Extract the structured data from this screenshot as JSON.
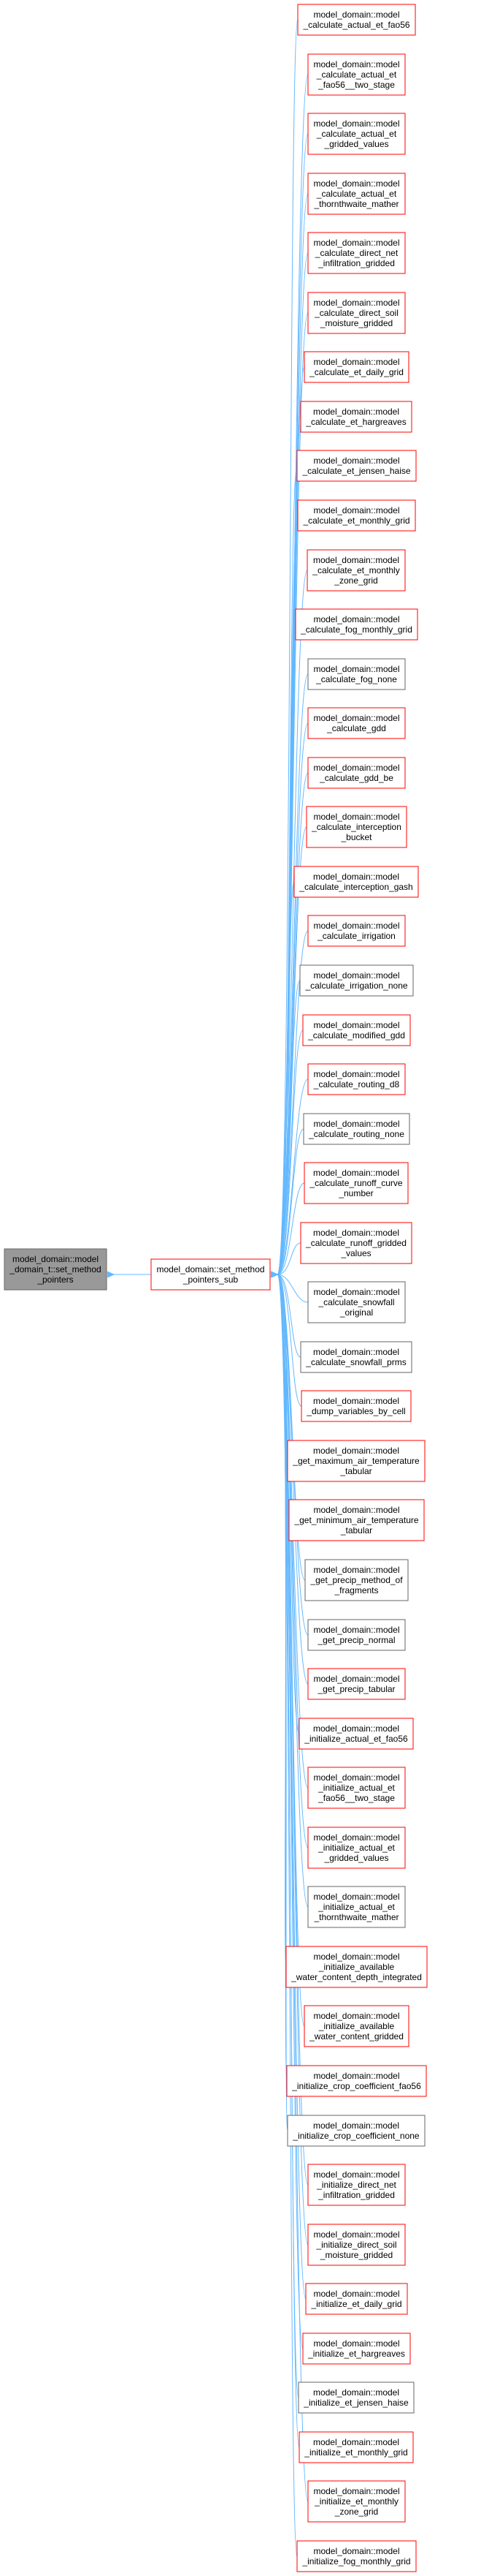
{
  "colors": {
    "edge": "#63b8ff",
    "root_fill": "#999999",
    "root_stroke": "#666666",
    "ref_stroke": "#ff0000",
    "ref_fill": "#fff0f0",
    "plain_stroke": "#666666",
    "plain_fill": "#ffffff"
  },
  "root": {
    "lines": [
      "model_domain::model",
      "_domain_t::set_method",
      "_pointers"
    ]
  },
  "hub": {
    "lines": [
      "model_domain::set_method",
      "_pointers_sub"
    ]
  },
  "targets": [
    {
      "lines": [
        "model_domain::model",
        "_calculate_actual_et_fao56"
      ],
      "style": "ref"
    },
    {
      "lines": [
        "model_domain::model",
        "_calculate_actual_et",
        "_fao56__two_stage"
      ],
      "style": "ref"
    },
    {
      "lines": [
        "model_domain::model",
        "_calculate_actual_et",
        "_gridded_values"
      ],
      "style": "ref"
    },
    {
      "lines": [
        "model_domain::model",
        "_calculate_actual_et",
        "_thornthwaite_mather"
      ],
      "style": "ref"
    },
    {
      "lines": [
        "model_domain::model",
        "_calculate_direct_net",
        "_infiltration_gridded"
      ],
      "style": "ref"
    },
    {
      "lines": [
        "model_domain::model",
        "_calculate_direct_soil",
        "_moisture_gridded"
      ],
      "style": "ref"
    },
    {
      "lines": [
        "model_domain::model",
        "_calculate_et_daily_grid"
      ],
      "style": "ref"
    },
    {
      "lines": [
        "model_domain::model",
        "_calculate_et_hargreaves"
      ],
      "style": "ref"
    },
    {
      "lines": [
        "model_domain::model",
        "_calculate_et_jensen_haise"
      ],
      "style": "ref"
    },
    {
      "lines": [
        "model_domain::model",
        "_calculate_et_monthly_grid"
      ],
      "style": "ref"
    },
    {
      "lines": [
        "model_domain::model",
        "_calculate_et_monthly",
        "_zone_grid"
      ],
      "style": "ref"
    },
    {
      "lines": [
        "model_domain::model",
        "_calculate_fog_monthly_grid"
      ],
      "style": "ref"
    },
    {
      "lines": [
        "model_domain::model",
        "_calculate_fog_none"
      ],
      "style": "plain"
    },
    {
      "lines": [
        "model_domain::model",
        "_calculate_gdd"
      ],
      "style": "ref"
    },
    {
      "lines": [
        "model_domain::model",
        "_calculate_gdd_be"
      ],
      "style": "ref"
    },
    {
      "lines": [
        "model_domain::model",
        "_calculate_interception",
        "_bucket"
      ],
      "style": "ref"
    },
    {
      "lines": [
        "model_domain::model",
        "_calculate_interception_gash"
      ],
      "style": "ref"
    },
    {
      "lines": [
        "model_domain::model",
        "_calculate_irrigation"
      ],
      "style": "ref"
    },
    {
      "lines": [
        "model_domain::model",
        "_calculate_irrigation_none"
      ],
      "style": "plain"
    },
    {
      "lines": [
        "model_domain::model",
        "_calculate_modified_gdd"
      ],
      "style": "ref"
    },
    {
      "lines": [
        "model_domain::model",
        "_calculate_routing_d8"
      ],
      "style": "ref"
    },
    {
      "lines": [
        "model_domain::model",
        "_calculate_routing_none"
      ],
      "style": "plain"
    },
    {
      "lines": [
        "model_domain::model",
        "_calculate_runoff_curve",
        "_number"
      ],
      "style": "ref"
    },
    {
      "lines": [
        "model_domain::model",
        "_calculate_runoff_gridded",
        "_values"
      ],
      "style": "ref"
    },
    {
      "lines": [
        "model_domain::model",
        "_calculate_snowfall",
        "_original"
      ],
      "style": "plain"
    },
    {
      "lines": [
        "model_domain::model",
        "_calculate_snowfall_prms"
      ],
      "style": "plain"
    },
    {
      "lines": [
        "model_domain::model",
        "_dump_variables_by_cell"
      ],
      "style": "ref"
    },
    {
      "lines": [
        "model_domain::model",
        "_get_maximum_air_temperature",
        "_tabular"
      ],
      "style": "ref"
    },
    {
      "lines": [
        "model_domain::model",
        "_get_minimum_air_temperature",
        "_tabular"
      ],
      "style": "ref"
    },
    {
      "lines": [
        "model_domain::model",
        "_get_precip_method_of",
        "_fragments"
      ],
      "style": "plain"
    },
    {
      "lines": [
        "model_domain::model",
        "_get_precip_normal"
      ],
      "style": "plain"
    },
    {
      "lines": [
        "model_domain::model",
        "_get_precip_tabular"
      ],
      "style": "ref"
    },
    {
      "lines": [
        "model_domain::model",
        "_initialize_actual_et_fao56"
      ],
      "style": "ref"
    },
    {
      "lines": [
        "model_domain::model",
        "_initialize_actual_et",
        "_fao56__two_stage"
      ],
      "style": "ref"
    },
    {
      "lines": [
        "model_domain::model",
        "_initialize_actual_et",
        "_gridded_values"
      ],
      "style": "ref"
    },
    {
      "lines": [
        "model_domain::model",
        "_initialize_actual_et",
        "_thornthwaite_mather"
      ],
      "style": "plain"
    },
    {
      "lines": [
        "model_domain::model",
        "_initialize_available",
        "_water_content_depth_integrated"
      ],
      "style": "ref"
    },
    {
      "lines": [
        "model_domain::model",
        "_initialize_available",
        "_water_content_gridded"
      ],
      "style": "ref"
    },
    {
      "lines": [
        "model_domain::model",
        "_initialize_crop_coefficient_fao56"
      ],
      "style": "ref"
    },
    {
      "lines": [
        "model_domain::model",
        "_initialize_crop_coefficient_none"
      ],
      "style": "plain"
    },
    {
      "lines": [
        "model_domain::model",
        "_initialize_direct_net",
        "_infiltration_gridded"
      ],
      "style": "ref"
    },
    {
      "lines": [
        "model_domain::model",
        "_initialize_direct_soil",
        "_moisture_gridded"
      ],
      "style": "ref"
    },
    {
      "lines": [
        "model_domain::model",
        "_initialize_et_daily_grid"
      ],
      "style": "ref"
    },
    {
      "lines": [
        "model_domain::model",
        "_initialize_et_hargreaves"
      ],
      "style": "ref"
    },
    {
      "lines": [
        "model_domain::model",
        "_initialize_et_jensen_haise"
      ],
      "style": "plain"
    },
    {
      "lines": [
        "model_domain::model",
        "_initialize_et_monthly_grid"
      ],
      "style": "ref"
    },
    {
      "lines": [
        "model_domain::model",
        "_initialize_et_monthly",
        "_zone_grid"
      ],
      "style": "ref"
    },
    {
      "lines": [
        "model_domain::model",
        "_initialize_fog_monthly_grid"
      ],
      "style": "ref"
    }
  ]
}
